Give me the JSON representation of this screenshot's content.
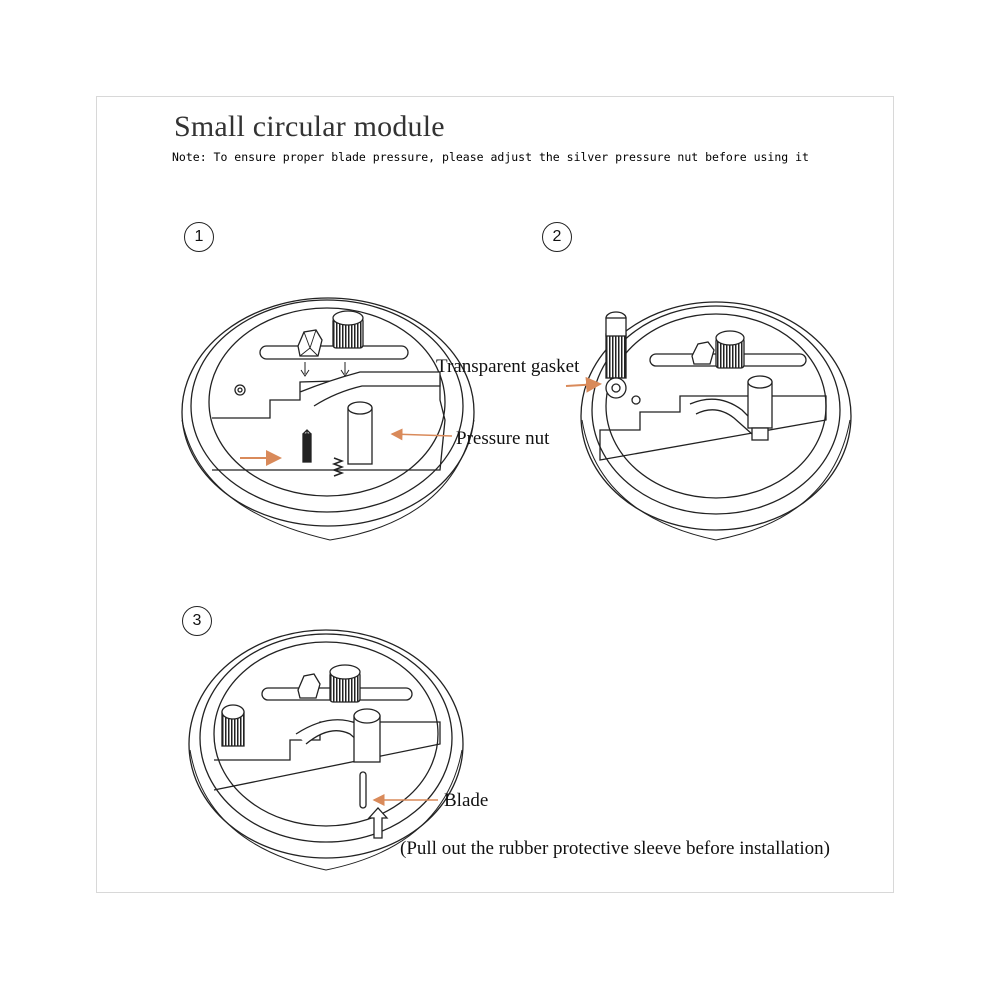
{
  "title": "Small circular module",
  "note": "Note: To ensure proper blade pressure, please adjust the silver pressure nut before using it",
  "steps": [
    {
      "number": "1",
      "labels": [
        "Pressure nut"
      ]
    },
    {
      "number": "2",
      "labels": [
        "Transparent gasket"
      ]
    },
    {
      "number": "3",
      "labels": [
        "Blade",
        "(Pull out the rubber protective sleeve before installation)"
      ]
    }
  ],
  "colors": {
    "arrow": "#d98a5a",
    "line": "#222222",
    "frame": "#d8d8d8"
  }
}
